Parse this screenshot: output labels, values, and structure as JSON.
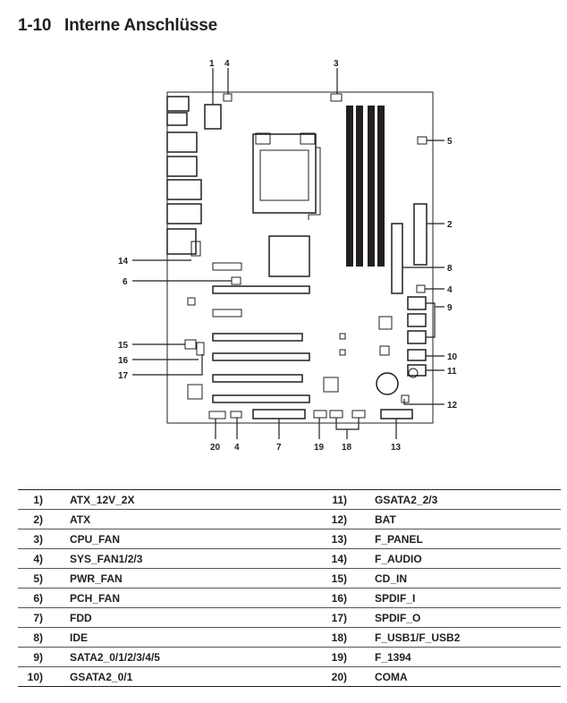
{
  "heading": {
    "number": "1-10",
    "title": "Interne Anschlüsse"
  },
  "callouts": [
    "1",
    "4",
    "3",
    "5",
    "2",
    "8",
    "4",
    "9",
    "10",
    "11",
    "12",
    "13",
    "18",
    "19",
    "7",
    "4",
    "20",
    "14",
    "6",
    "15",
    "16",
    "17"
  ],
  "legend": [
    {
      "num": "1)",
      "name": "ATX_12V_2X",
      "num2": "11)",
      "name2": "GSATA2_2/3"
    },
    {
      "num": "2)",
      "name": "ATX",
      "num2": "12)",
      "name2": "BAT"
    },
    {
      "num": "3)",
      "name": "CPU_FAN",
      "num2": "13)",
      "name2": "F_PANEL"
    },
    {
      "num": "4)",
      "name": "SYS_FAN1/2/3",
      "num2": "14)",
      "name2": "F_AUDIO"
    },
    {
      "num": "5)",
      "name": "PWR_FAN",
      "num2": "15)",
      "name2": "CD_IN"
    },
    {
      "num": "6)",
      "name": "PCH_FAN",
      "num2": "16)",
      "name2": "SPDIF_I"
    },
    {
      "num": "7)",
      "name": "FDD",
      "num2": "17)",
      "name2": "SPDIF_O"
    },
    {
      "num": "8)",
      "name": "IDE",
      "num2": "18)",
      "name2": "F_USB1/F_USB2"
    },
    {
      "num": "9)",
      "name": "SATA2_0/1/2/3/4/5",
      "num2": "19)",
      "name2": "F_1394"
    },
    {
      "num": "10)",
      "name": "GSATA2_0/1",
      "num2": "20)",
      "name2": "COMA"
    }
  ]
}
